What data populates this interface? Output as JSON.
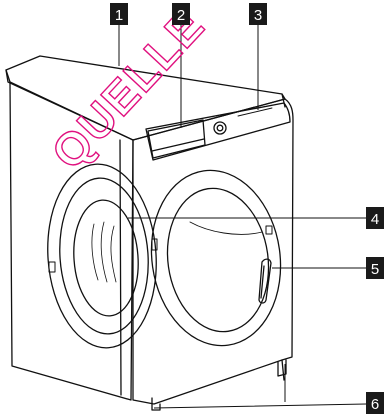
{
  "diagram": {
    "subject": "washing machine front view",
    "callouts": [
      {
        "number": "1",
        "target": "worktop"
      },
      {
        "number": "2",
        "target": "detergent dispenser drawer"
      },
      {
        "number": "3",
        "target": "control panel"
      },
      {
        "number": "4",
        "target": "door"
      },
      {
        "number": "5",
        "target": "door handle"
      },
      {
        "number": "6",
        "target": "adjustable feet"
      }
    ],
    "watermark": "QUELLE",
    "colors": {
      "line": "#111111",
      "callout_bg": "#1a1a1a",
      "callout_text": "#ffffff",
      "watermark": "#e0117f"
    }
  }
}
